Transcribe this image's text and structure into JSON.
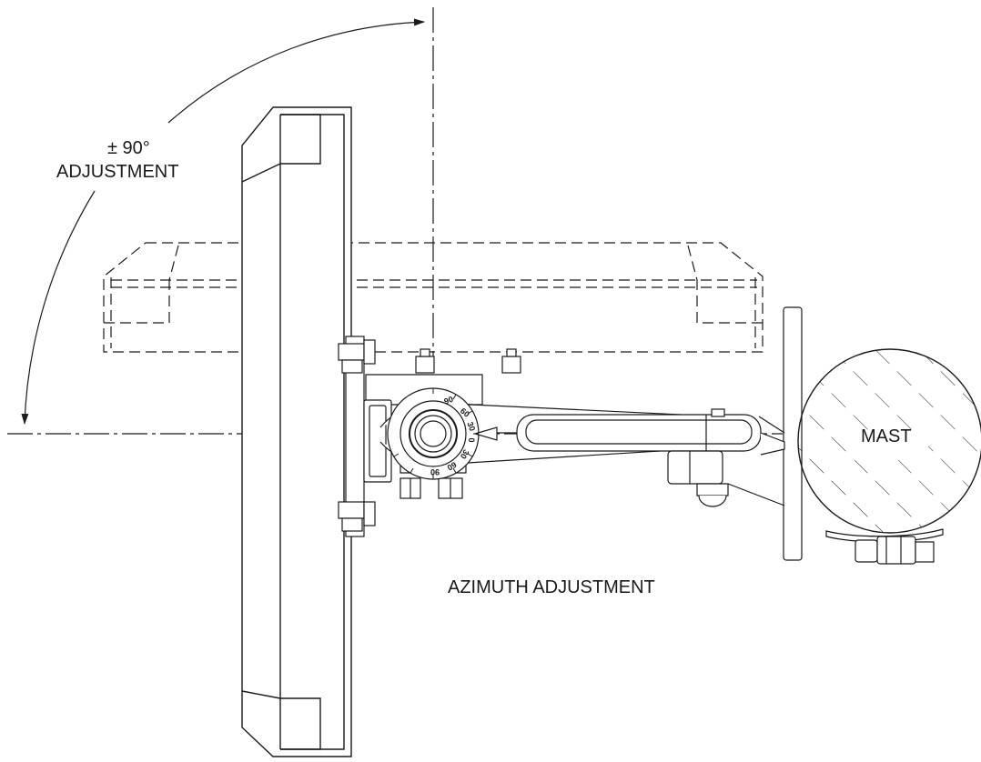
{
  "labels": {
    "tilt_range": "± 90°",
    "tilt_adjustment": "ADJUSTMENT",
    "azimuth_adjustment": "AZIMUTH ADJUSTMENT",
    "mast": "MAST"
  },
  "dial_marks": [
    "90",
    "60",
    "30",
    "0",
    "30",
    "60",
    "90"
  ],
  "colors": {
    "line": "#1a1a1a",
    "background": "#ffffff"
  }
}
